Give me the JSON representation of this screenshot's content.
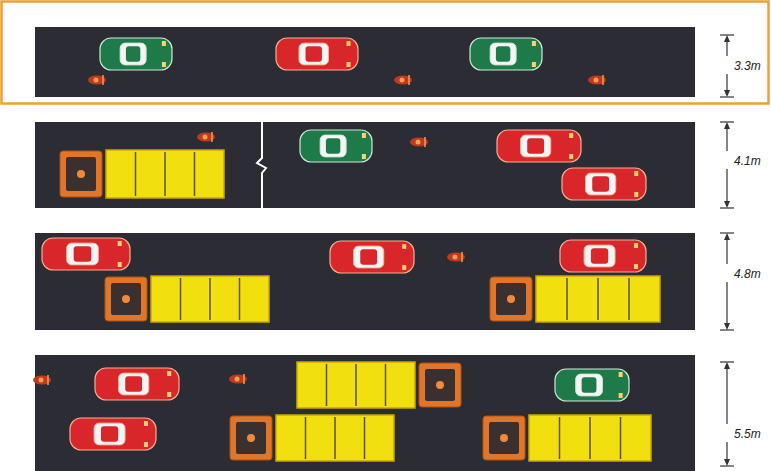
{
  "diagram": {
    "labels": [
      "3.3m",
      "4.1m",
      "4.8m",
      "5.5m"
    ]
  }
}
